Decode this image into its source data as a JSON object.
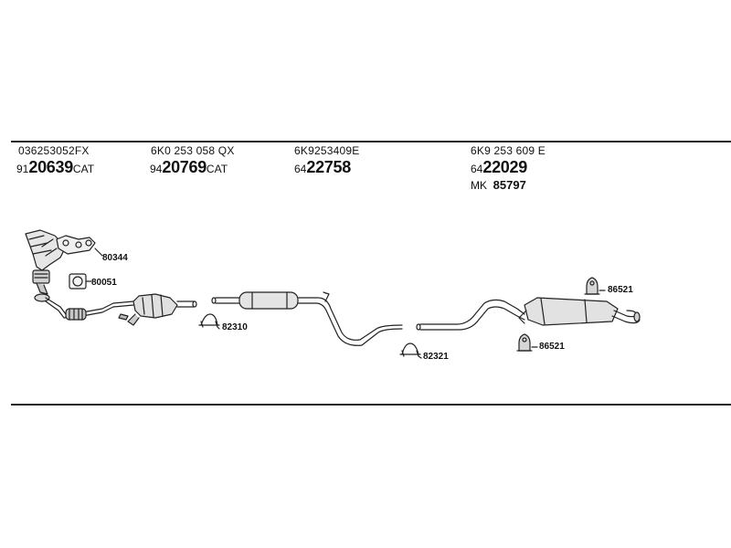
{
  "columns": [
    {
      "part_no": "036253052FX",
      "ref_prefix": "91",
      "ref_main": "20639",
      "ref_suffix": "CAT"
    },
    {
      "part_no": "6K0 253 058 QX",
      "ref_prefix": "94",
      "ref_main": "20769",
      "ref_suffix": "CAT"
    },
    {
      "part_no": "6K9253409E",
      "ref_prefix": "64",
      "ref_main": "22758",
      "ref_suffix": ""
    },
    {
      "part_no": "6K9 253 609 E",
      "ref_prefix": "64",
      "ref_main": "22029",
      "ref_suffix": ""
    }
  ],
  "extra": {
    "mk_label": "MK",
    "mk_value": "85797"
  },
  "annotations": {
    "a80344": "80344",
    "a80051": "80051",
    "a82310": "82310",
    "a82321": "82321",
    "a86521_top": "86521",
    "a86521_bottom": "86521"
  },
  "colors": {
    "line": "#222222",
    "fill_light": "#e6e6e6",
    "fill_mid": "#c8c8c8"
  }
}
